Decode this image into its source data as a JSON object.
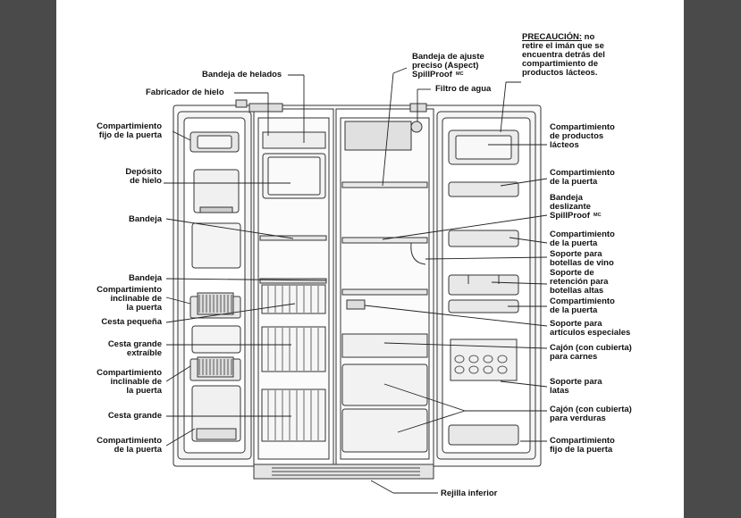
{
  "left_labels": {
    "compartimiento_fijo_puerta_sup": "Compartimiento\nfijo de la puerta",
    "deposito_hielo": "Depósito\nde hielo",
    "bandeja_1": "Bandeja",
    "bandeja_2": "Bandeja",
    "compartimiento_inclinable_1": "Compartimiento\ninclinable de\nla puerta",
    "cesta_pequena": "Cesta pequeña",
    "cesta_grande_extraible": "Cesta grande\nextraíble",
    "compartimiento_inclinable_2": "Compartimiento\ninclinable de\nla puerta",
    "cesta_grande": "Cesta grande",
    "compartimiento_puerta_inf": "Compartimiento\nde la puerta"
  },
  "top_labels": {
    "bandeja_helados": "Bandeja de helados",
    "fabricador_hielo": "Fabricador de hielo",
    "bandeja_ajuste": "Bandeja de ajuste\npreciso (Aspect)\nSpillProof",
    "bandeja_ajuste_mark": "MC",
    "filtro_agua": "Filtro de agua"
  },
  "caution": {
    "heading": "PRECAUCIÓN:",
    "text_first": " no",
    "text_rest": "retire el imán que se\nencuentra detrás del\ncompartimiento de\nproductos lácteos."
  },
  "right_labels": {
    "compartimiento_lacteos": "Compartimiento\nde productos\nlácteos",
    "compartimiento_puerta_1": "Compartimiento\nde la puerta",
    "bandeja_deslizante": "Bandeja\ndeslizante\nSpillProof",
    "bandeja_deslizante_mark": "MC",
    "compartimiento_puerta_2": "Compartimiento\nde la puerta",
    "soporte_vino": "Soporte para\nbotellas de vino",
    "soporte_retencion": "Soporte de\nretención para\nbotellas altas",
    "compartimiento_puerta_3": "Compartimiento\nde la puerta",
    "soporte_especiales": "Soporte para\nartículos especiales",
    "cajon_carnes": "Cajón (con cubierta)\npara carnes",
    "soporte_latas": "Soporte para\nlatas",
    "cajon_verduras": "Cajón (con cubierta)\npara verduras",
    "compartimiento_fijo_puerta": "Compartimiento\nfijo de la puerta"
  },
  "bottom_labels": {
    "rejilla_inferior": "Rejilla inferior"
  }
}
